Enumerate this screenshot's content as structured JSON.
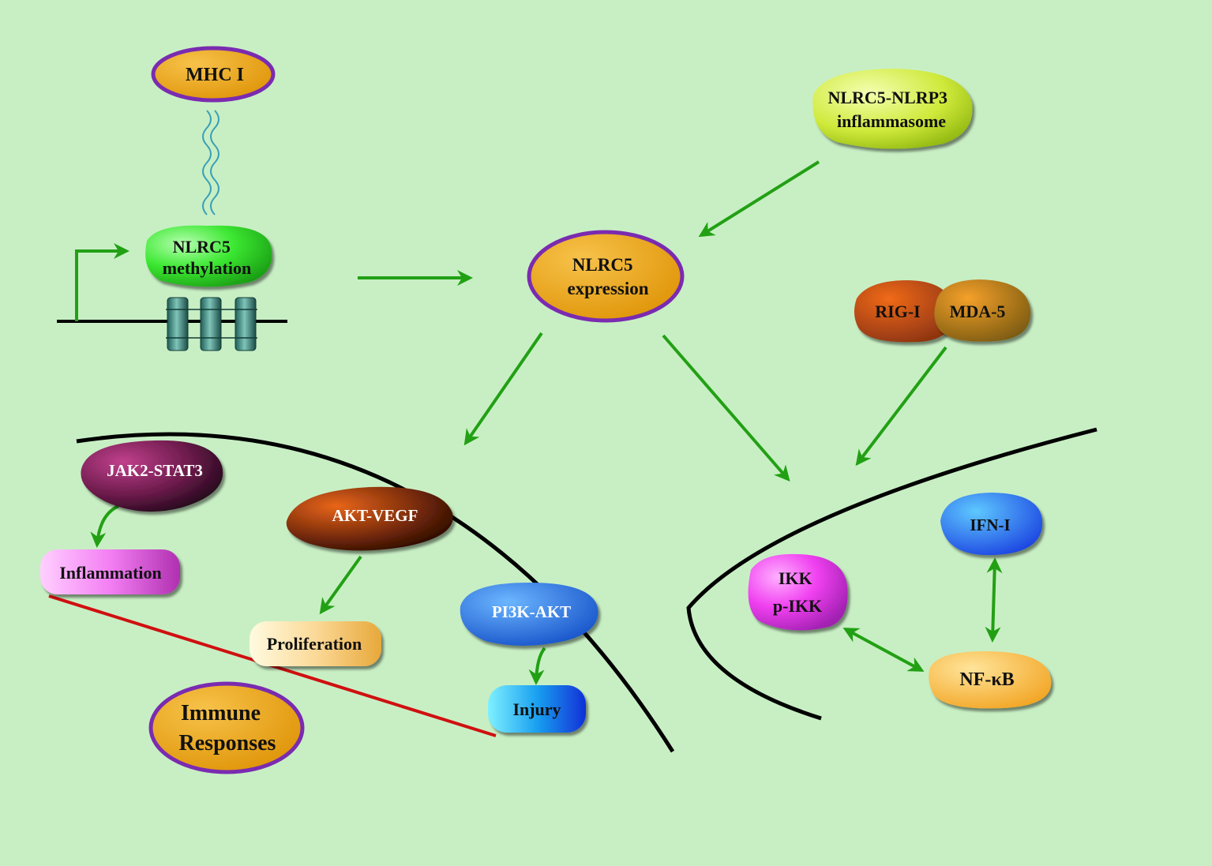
{
  "nodes": {
    "mhc": "MHC I",
    "nlrc5_methylation": [
      "NLRC5",
      "methylation"
    ],
    "inflammasome": [
      "NLRC5-NLRP3",
      "inflammasome"
    ],
    "nlrc5_expression": [
      "NLRC5",
      "expression"
    ],
    "rig": "RIG-I",
    "mda": "MDA-5",
    "jak2": "JAK2-STAT3",
    "inflammation": "Inflammation",
    "aktvegf": "AKT-VEGF",
    "proliferation": "Proliferation",
    "pi3k": "PI3K-AKT",
    "injury": "Injury",
    "immune": [
      "Immune",
      "Responses"
    ],
    "ifn": "IFN-I",
    "ikk": [
      "IKK",
      "p-IKK"
    ],
    "nfkb": "NF-κB"
  },
  "colors": {
    "background": "#c8efc4",
    "arrow": "#22a014",
    "inhibition": "#d01010",
    "membrane": "#000000",
    "outline": "#7a2bb0"
  }
}
